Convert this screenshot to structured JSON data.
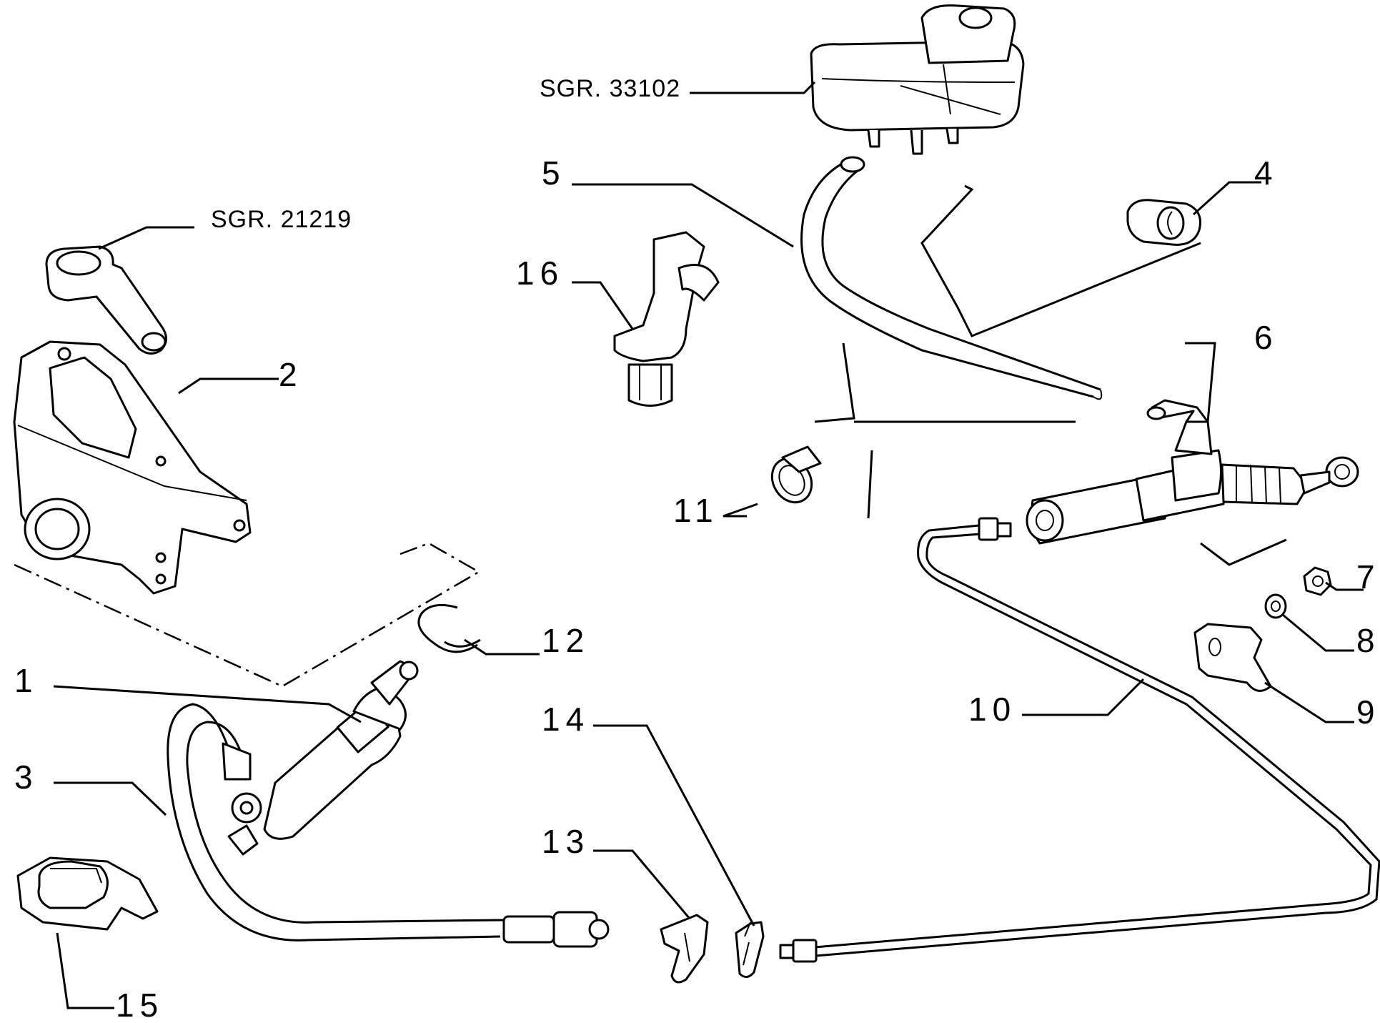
{
  "references": {
    "reservoir": "SGR. 33102",
    "lever": "SGR. 21219"
  },
  "labels": {
    "p1": "1",
    "p2": "2",
    "p3": "3",
    "p4": "4",
    "p5": "5",
    "p6": "6",
    "p7": "7",
    "p8": "8",
    "p9": "9",
    "p10": "10",
    "p11": "11",
    "p12": "12",
    "p13": "13",
    "p14": "14",
    "p15": "15",
    "p16": "16"
  }
}
